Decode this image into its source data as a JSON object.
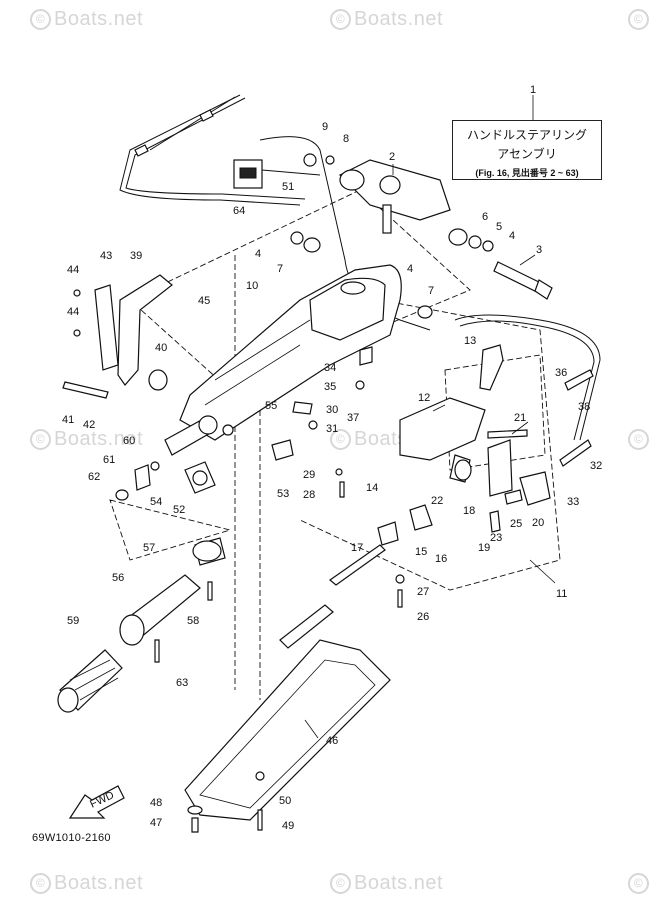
{
  "watermark": {
    "text": "Boats.net",
    "symbol": "©"
  },
  "callout": {
    "number": "1",
    "line1": "ハンドルステアリング",
    "line2": "アセンブリ",
    "line3": "(Fig. 16, 見出番号 2 ~ 63)"
  },
  "diagram_code": "69W1010-2160",
  "fwd_label": "FWD",
  "part_numbers": [
    "1",
    "2",
    "3",
    "4",
    "4",
    "4",
    "5",
    "6",
    "7",
    "7",
    "8",
    "9",
    "10",
    "11",
    "12",
    "13",
    "14",
    "15",
    "16",
    "17",
    "18",
    "19",
    "20",
    "21",
    "22",
    "23",
    "25",
    "26",
    "27",
    "28",
    "29",
    "30",
    "31",
    "32",
    "33",
    "34",
    "35",
    "36",
    "37",
    "38",
    "39",
    "40",
    "41",
    "42",
    "43",
    "44",
    "44",
    "45",
    "46",
    "47",
    "48",
    "49",
    "50",
    "51",
    "52",
    "53",
    "54",
    "55",
    "56",
    "57",
    "58",
    "59",
    "60",
    "61",
    "62",
    "63",
    "64"
  ]
}
